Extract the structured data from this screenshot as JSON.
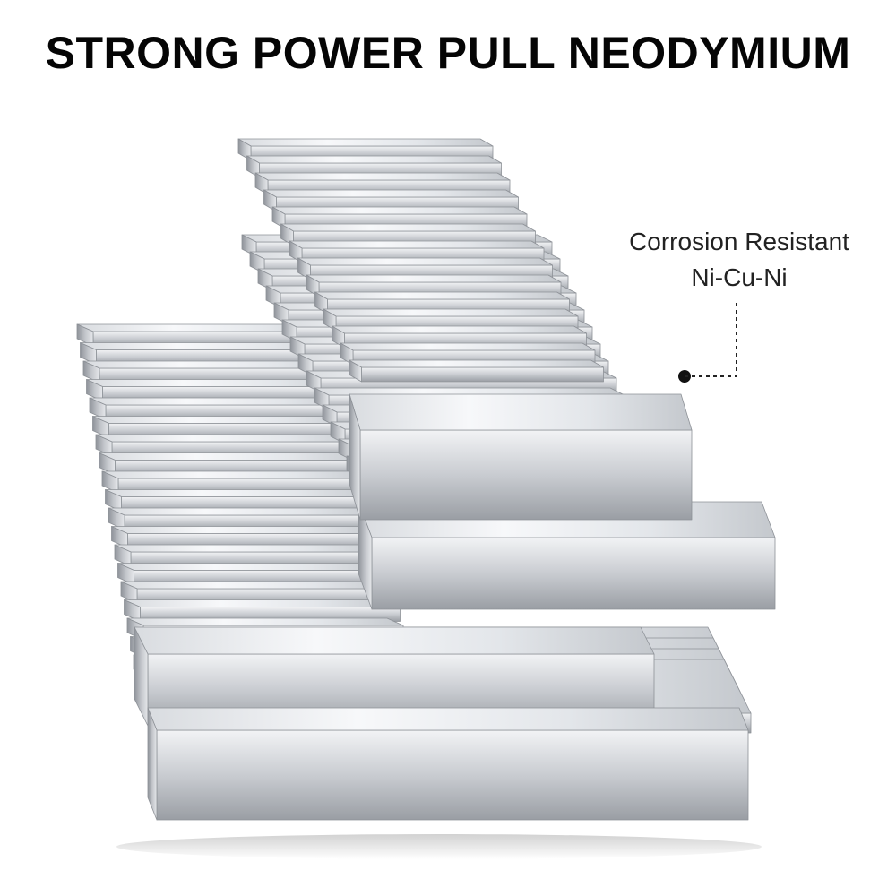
{
  "headline": "STRONG POWER PULL NEODYMIUM",
  "callout": {
    "line1": "Corrosion Resistant",
    "line2": "Ni-Cu-Ni"
  },
  "colors": {
    "background": "#ffffff",
    "text": "#050505",
    "metal_light": "#f4f5f7",
    "metal_mid": "#c9ccd1",
    "metal_dark": "#8a8e94"
  },
  "product_image": {
    "subject": "stacked rectangular block magnets",
    "stack_count": 4
  }
}
